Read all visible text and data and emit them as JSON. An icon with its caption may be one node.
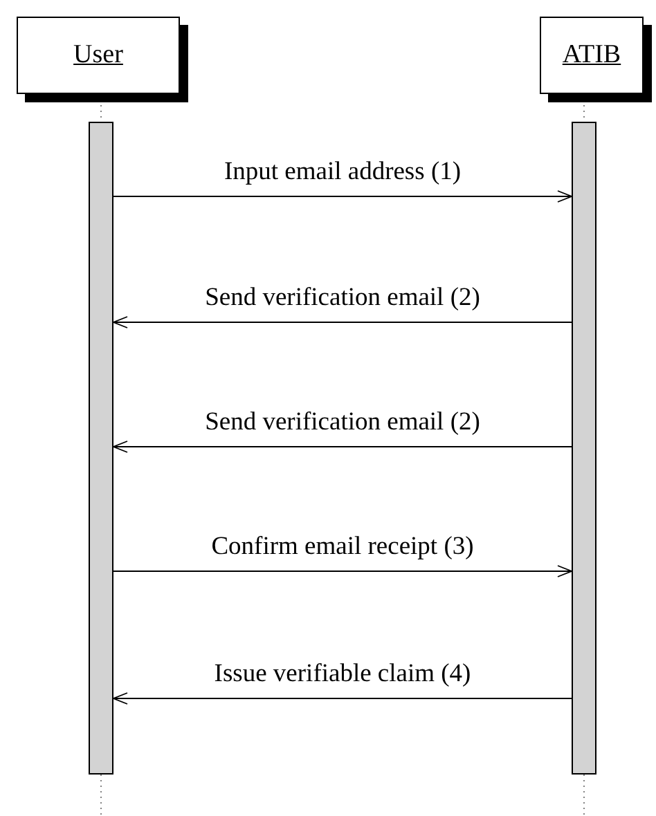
{
  "diagram": {
    "nodes": [
      {
        "text": [
          "User"
        ]
      },
      {
        "text": [
          "ATIB"
        ]
      },
      {
        "text": [],
        "shape": "bar"
      },
      {
        "text": [],
        "shape": "bar"
      }
    ],
    "edges": [
      {
        "from": 0,
        "to": 2,
        "arrow": "none",
        "style": "dashed",
        "color": "#666666"
      },
      {
        "from": 1,
        "to": 3,
        "arrow": "none",
        "style": "dashed",
        "color": "#666666"
      },
      {
        "from": 2,
        "to": null,
        "arrow": "none",
        "style": "dashed",
        "color": "#666666"
      },
      {
        "from": 3,
        "to": null,
        "arrow": "none",
        "style": "dashed",
        "color": "#666666"
      },
      {
        "from": 2,
        "to": 3,
        "arrow": "to",
        "label": "Input email address (1)"
      },
      {
        "from": 3,
        "to": 2,
        "arrow": "to",
        "label": "Send verification email (2)"
      },
      {
        "from": 3,
        "to": 2,
        "arrow": "to",
        "label": "Send verification email (2)"
      },
      {
        "from": 2,
        "to": 3,
        "arrow": "to",
        "label": "Confirm email receipt (3)"
      },
      {
        "from": 3,
        "to": 2,
        "arrow": "to",
        "label": "Issue verifiable claim (4)"
      }
    ]
  }
}
